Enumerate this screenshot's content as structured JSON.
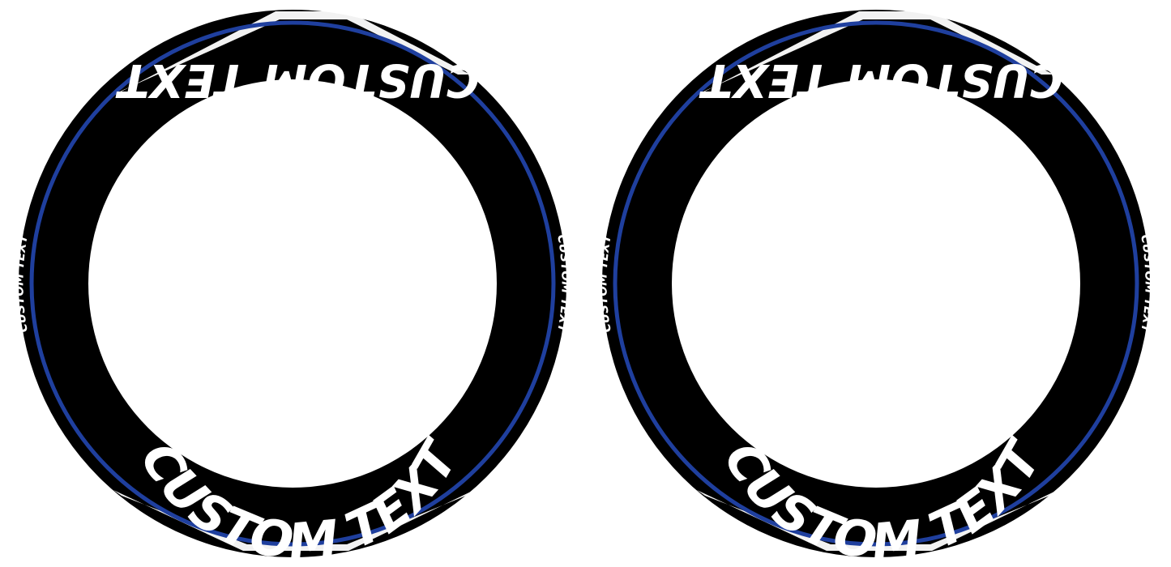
{
  "decals": [
    {
      "top_text": "CUSTOM TEXT",
      "bottom_text": "CUSTOM TEXT",
      "left_text": "CUSTOM TEXT",
      "right_text": "CUSTOM TEXT"
    },
    {
      "top_text": "CUSTOM TEXT",
      "bottom_text": "CUSTOM TEXT",
      "left_text": "CUSTOM TEXT",
      "right_text": "CUSTOM TEXT"
    }
  ],
  "colors": {
    "tire": "#000000",
    "stripe": "#1f3f9e",
    "text": "#ffffff",
    "background": "#ffffff"
  }
}
